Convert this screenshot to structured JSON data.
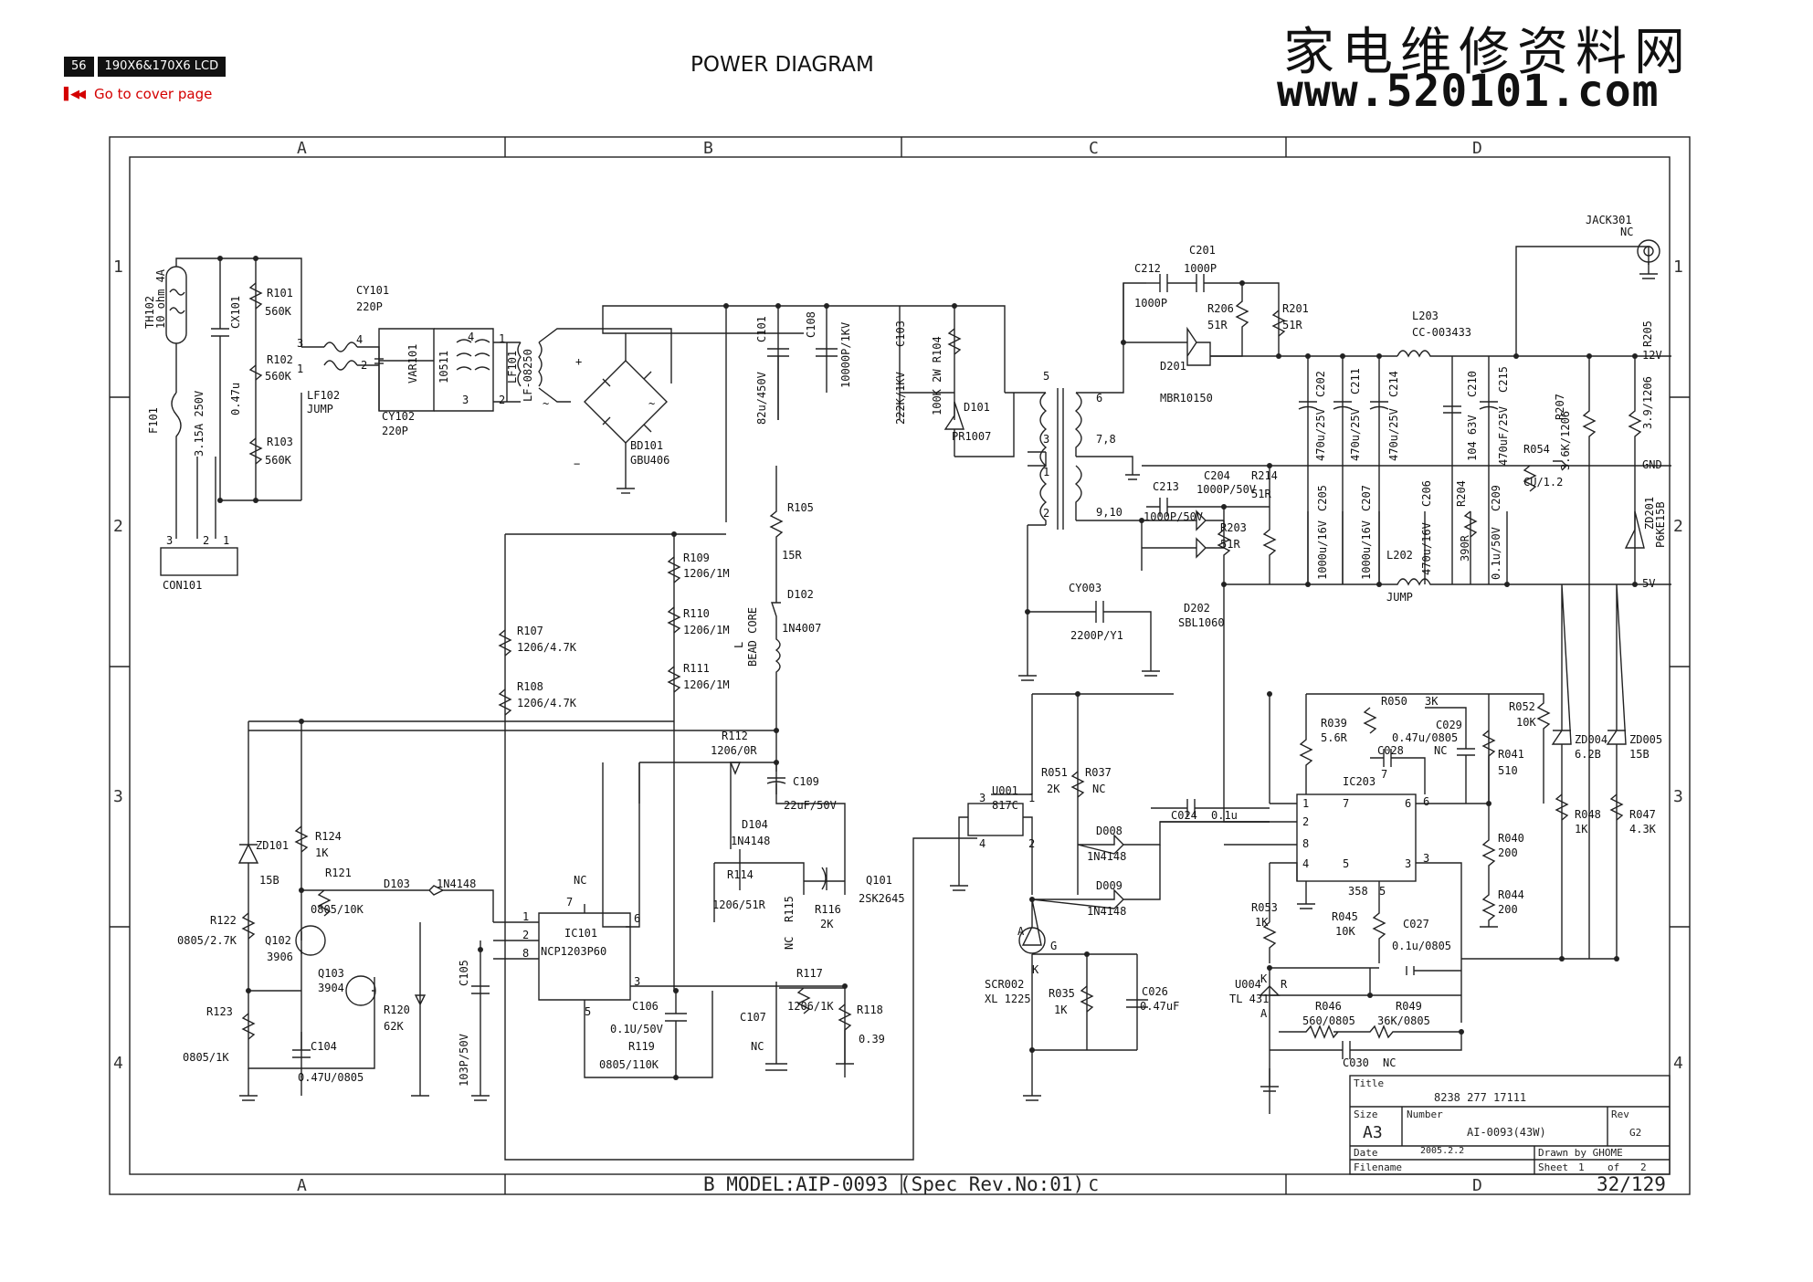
{
  "header": {
    "page_number": "56",
    "model_badge": "190X6&170X6 LCD",
    "cover_link": "Go to cover page",
    "page_title": "POWER DIAGRAM"
  },
  "watermark": {
    "chinese": "家电维修资料网",
    "url": "www.520101.com"
  },
  "grid": {
    "columns": [
      "A",
      "B",
      "C",
      "D"
    ],
    "rows": [
      "1",
      "2",
      "3",
      "4"
    ]
  },
  "footer": {
    "model_line": "B MODEL:AIP-0093 (Spec Rev.No:01)",
    "c_letter": "C",
    "page_count": "32/129"
  },
  "title_block": {
    "title_label": "Title",
    "title_value": "8238 277 17111",
    "size_label": "Size",
    "size_value": "A3",
    "number_label": "Number",
    "number_value": "AI-0093(43W)",
    "rev_label": "Rev",
    "rev_value": "G2",
    "date_label": "Date",
    "date_value": "2005.2.2",
    "drawn_label": "Drawn by GHOME",
    "filename_label": "Filename",
    "sheet_label": "Sheet",
    "sheet_value": "1",
    "of_label": "of",
    "sheet_total": "2"
  },
  "labels": [
    {
      "id": "th102",
      "t": "TH102"
    },
    {
      "id": "th102v",
      "t": "10 ohm 4A"
    },
    {
      "id": "f101",
      "t": "F101"
    },
    {
      "id": "f101v",
      "t": "3.15A 250V"
    },
    {
      "id": "cx101",
      "t": "CX101"
    },
    {
      "id": "cx101v",
      "t": "0.47u"
    },
    {
      "id": "r101",
      "t": "R101"
    },
    {
      "id": "r101v",
      "t": "560K"
    },
    {
      "id": "r102",
      "t": "R102"
    },
    {
      "id": "r102v",
      "t": "560K"
    },
    {
      "id": "r103",
      "t": "R103"
    },
    {
      "id": "r103v",
      "t": "560K"
    },
    {
      "id": "con101",
      "t": "CON101"
    },
    {
      "id": "cy101",
      "t": "CY101"
    },
    {
      "id": "cy101v",
      "t": "220P"
    },
    {
      "id": "lf102",
      "t": "LF102"
    },
    {
      "id": "lf102v",
      "t": "JUMP"
    },
    {
      "id": "cy102",
      "t": "CY102"
    },
    {
      "id": "cy102v",
      "t": "220P"
    },
    {
      "id": "var101",
      "t": "VAR101"
    },
    {
      "id": "var101v",
      "t": "10511"
    },
    {
      "id": "lf101",
      "t": "LF101"
    },
    {
      "id": "lf101v",
      "t": "LF-08250"
    },
    {
      "id": "bd101",
      "t": "BD101"
    },
    {
      "id": "bd101v",
      "t": "GBU406"
    },
    {
      "id": "c101",
      "t": "C101"
    },
    {
      "id": "c101v",
      "t": "82u/450V"
    },
    {
      "id": "c108",
      "t": "C108"
    },
    {
      "id": "c108v",
      "t": "10000P/1KV"
    },
    {
      "id": "c103",
      "t": "C103"
    },
    {
      "id": "c103v",
      "t": "222K/1KV"
    },
    {
      "id": "r104",
      "t": "100K 2W R104"
    },
    {
      "id": "d101",
      "t": "D101"
    },
    {
      "id": "d101v",
      "t": "PR1007"
    },
    {
      "id": "t5",
      "t": "5"
    },
    {
      "id": "t3",
      "t": "3"
    },
    {
      "id": "t1",
      "t": "1"
    },
    {
      "id": "t2",
      "t": "2"
    },
    {
      "id": "t6",
      "t": "6"
    },
    {
      "id": "t78",
      "t": "7,8"
    },
    {
      "id": "t910",
      "t": "9,10"
    },
    {
      "id": "c212",
      "t": "C212"
    },
    {
      "id": "c212v",
      "t": "1000P"
    },
    {
      "id": "c201",
      "t": "C201"
    },
    {
      "id": "c201v",
      "t": "1000P"
    },
    {
      "id": "r206",
      "t": "R206"
    },
    {
      "id": "r206v",
      "t": "51R"
    },
    {
      "id": "r201",
      "t": "R201"
    },
    {
      "id": "r201v",
      "t": "51R"
    },
    {
      "id": "d201",
      "t": "D201"
    },
    {
      "id": "d201v",
      "t": "MBR10150"
    },
    {
      "id": "l203",
      "t": "L203"
    },
    {
      "id": "l203v",
      "t": "CC-003433"
    },
    {
      "id": "jack301",
      "t": "JACK301"
    },
    {
      "id": "jack301v",
      "t": "NC"
    },
    {
      "id": "v12",
      "t": "12V"
    },
    {
      "id": "gnd",
      "t": "GND"
    },
    {
      "id": "v5",
      "t": "5V"
    },
    {
      "id": "c202",
      "t": "C202"
    },
    {
      "id": "c202v",
      "t": "470u/25V"
    },
    {
      "id": "c211",
      "t": "C211"
    },
    {
      "id": "c211v",
      "t": "470u/25V"
    },
    {
      "id": "c214",
      "t": "C214"
    },
    {
      "id": "c214v",
      "t": "470u/25V"
    },
    {
      "id": "c210",
      "t": "C210"
    },
    {
      "id": "c210v",
      "t": "104 63V"
    },
    {
      "id": "c215",
      "t": "C215"
    },
    {
      "id": "c215v",
      "t": "470uF/25V"
    },
    {
      "id": "r207",
      "t": "R207"
    },
    {
      "id": "r207v",
      "t": "3.6K/1206"
    },
    {
      "id": "r205",
      "t": "R205"
    },
    {
      "id": "r205v",
      "t": "3.9/1206"
    },
    {
      "id": "r054",
      "t": "R054"
    },
    {
      "id": "r054v",
      "t": "CU/1.2"
    },
    {
      "id": "zd201",
      "t": "ZD201"
    },
    {
      "id": "zd201v",
      "t": "P6KE15B"
    },
    {
      "id": "c213",
      "t": "C213"
    },
    {
      "id": "c213v",
      "t": "1000P/50V"
    },
    {
      "id": "c204",
      "t": "C204"
    },
    {
      "id": "c204v",
      "t": "1000P/50V"
    },
    {
      "id": "r214",
      "t": "R214"
    },
    {
      "id": "r214v",
      "t": "51R"
    },
    {
      "id": "r203",
      "t": "R203"
    },
    {
      "id": "r203v",
      "t": "51R"
    },
    {
      "id": "c205",
      "t": "C205"
    },
    {
      "id": "c205v",
      "t": "1000u/16V"
    },
    {
      "id": "c207",
      "t": "C207"
    },
    {
      "id": "c207v",
      "t": "1000u/16V"
    },
    {
      "id": "c206",
      "t": "C206"
    },
    {
      "id": "c206v",
      "t": "470u/16V"
    },
    {
      "id": "r204",
      "t": "R204"
    },
    {
      "id": "r204v",
      "t": "390R"
    },
    {
      "id": "c209",
      "t": "C209"
    },
    {
      "id": "c209v",
      "t": "0.1u/50V"
    },
    {
      "id": "l202",
      "t": "L202"
    },
    {
      "id": "l202v",
      "t": "JUMP"
    },
    {
      "id": "d202",
      "t": "D202"
    },
    {
      "id": "d202v",
      "t": "SBL1060"
    },
    {
      "id": "cy003",
      "t": "CY003"
    },
    {
      "id": "cy003v",
      "t": "2200P/Y1"
    },
    {
      "id": "r105",
      "t": "R105"
    },
    {
      "id": "r105v",
      "t": "15R"
    },
    {
      "id": "d102",
      "t": "D102"
    },
    {
      "id": "d102v",
      "t": "1N4007"
    },
    {
      "id": "bead",
      "t": "BEAD CORE"
    },
    {
      "id": "bead_l",
      "t": "L"
    },
    {
      "id": "r109",
      "t": "R109"
    },
    {
      "id": "r109v",
      "t": "1206/1M"
    },
    {
      "id": "r110",
      "t": "R110"
    },
    {
      "id": "r110v",
      "t": "1206/1M"
    },
    {
      "id": "r111",
      "t": "R111"
    },
    {
      "id": "r111v",
      "t": "1206/1M"
    },
    {
      "id": "r107",
      "t": "R107"
    },
    {
      "id": "r107v",
      "t": "1206/4.7K"
    },
    {
      "id": "r108",
      "t": "R108"
    },
    {
      "id": "r108v",
      "t": "1206/4.7K"
    },
    {
      "id": "r112",
      "t": "R112"
    },
    {
      "id": "r112v",
      "t": "1206/0R"
    },
    {
      "id": "c109",
      "t": "C109"
    },
    {
      "id": "c109v",
      "t": "22uF/50V"
    },
    {
      "id": "d104",
      "t": "D104"
    },
    {
      "id": "d104v",
      "t": "1N4148"
    },
    {
      "id": "r114",
      "t": "R114"
    },
    {
      "id": "r114v",
      "t": "1206/51R"
    },
    {
      "id": "r115",
      "t": "R115"
    },
    {
      "id": "r115v",
      "t": "NC"
    },
    {
      "id": "r116",
      "t": "R116"
    },
    {
      "id": "r116v",
      "t": "2K"
    },
    {
      "id": "q101",
      "t": "Q101"
    },
    {
      "id": "q101v",
      "t": "2SK2645"
    },
    {
      "id": "r117",
      "t": "R117"
    },
    {
      "id": "r117v",
      "t": "1206/1K"
    },
    {
      "id": "r118",
      "t": "R118"
    },
    {
      "id": "r118v",
      "t": "0.39"
    },
    {
      "id": "c107",
      "t": "C107"
    },
    {
      "id": "c107v",
      "t": "NC"
    },
    {
      "id": "c106",
      "t": "C106"
    },
    {
      "id": "c106v",
      "t": "0.1U/50V"
    },
    {
      "id": "r119",
      "t": "R119"
    },
    {
      "id": "r119v",
      "t": "0805/110K"
    },
    {
      "id": "ic101",
      "t": "IC101"
    },
    {
      "id": "ic101v",
      "t": "NCP1203P60"
    },
    {
      "id": "ic101nc",
      "t": "NC"
    },
    {
      "id": "p7",
      "t": "7"
    },
    {
      "id": "p6",
      "t": "6"
    },
    {
      "id": "p1",
      "t": "1"
    },
    {
      "id": "p2",
      "t": "2"
    },
    {
      "id": "p8",
      "t": "8"
    },
    {
      "id": "p3",
      "t": "3"
    },
    {
      "id": "p5",
      "t": "5"
    },
    {
      "id": "c105",
      "t": "C105"
    },
    {
      "id": "c105v",
      "t": "103P/50V"
    },
    {
      "id": "d103",
      "t": "D103"
    },
    {
      "id": "d103v",
      "t": "1N4148"
    },
    {
      "id": "zd101",
      "t": "ZD101"
    },
    {
      "id": "zd101v",
      "t": "15B"
    },
    {
      "id": "r124",
      "t": "R124"
    },
    {
      "id": "r124v",
      "t": "1K"
    },
    {
      "id": "r121",
      "t": "R121"
    },
    {
      "id": "r121v",
      "t": "0805/10K"
    },
    {
      "id": "r122",
      "t": "R122"
    },
    {
      "id": "r122v",
      "t": "0805/2.7K"
    },
    {
      "id": "q102",
      "t": "Q102"
    },
    {
      "id": "q102v",
      "t": "3906"
    },
    {
      "id": "q103",
      "t": "Q103"
    },
    {
      "id": "q103v",
      "t": "3904"
    },
    {
      "id": "r120",
      "t": "R120"
    },
    {
      "id": "r120v",
      "t": "62K"
    },
    {
      "id": "r123",
      "t": "R123"
    },
    {
      "id": "r123v",
      "t": "0805/1K"
    },
    {
      "id": "c104",
      "t": "C104"
    },
    {
      "id": "c104v",
      "t": "0.47U/0805"
    },
    {
      "id": "u001",
      "t": "U001"
    },
    {
      "id": "u001v",
      "t": "817C"
    },
    {
      "id": "r051",
      "t": "R051"
    },
    {
      "id": "r051v",
      "t": "2K"
    },
    {
      "id": "r037",
      "t": "R037"
    },
    {
      "id": "r037v",
      "t": "NC"
    },
    {
      "id": "d008",
      "t": "D008"
    },
    {
      "id": "d008v",
      "t": "1N4148"
    },
    {
      "id": "d009",
      "t": "D009"
    },
    {
      "id": "d009v",
      "t": "1N4148"
    },
    {
      "id": "c024",
      "t": "C024"
    },
    {
      "id": "c024v",
      "t": "0.1u"
    },
    {
      "id": "scr002",
      "t": "SCR002"
    },
    {
      "id": "scr002v",
      "t": "XL 1225"
    },
    {
      "id": "r035",
      "t": "R035"
    },
    {
      "id": "r035v",
      "t": "1K"
    },
    {
      "id": "c026",
      "t": "C026"
    },
    {
      "id": "c026v",
      "t": "0.47uF"
    },
    {
      "id": "r039",
      "t": "R039"
    },
    {
      "id": "r039v",
      "t": "5.6R"
    },
    {
      "id": "r050",
      "t": "R050"
    },
    {
      "id": "r050v",
      "t": "3K"
    },
    {
      "id": "c028",
      "t": "C028"
    },
    {
      "id": "c028v",
      "t": "NC"
    },
    {
      "id": "c029",
      "t": "C029"
    },
    {
      "id": "c029v",
      "t": "0.47u/0805"
    },
    {
      "id": "r052",
      "t": "R052"
    },
    {
      "id": "r052v",
      "t": "10K"
    },
    {
      "id": "r041",
      "t": "R041"
    },
    {
      "id": "r041v",
      "t": "510"
    },
    {
      "id": "ic203",
      "t": "IC203"
    },
    {
      "id": "ic203v",
      "t": "358"
    },
    {
      "id": "r040",
      "t": "R040"
    },
    {
      "id": "r040v",
      "t": "200"
    },
    {
      "id": "r044",
      "t": "R044"
    },
    {
      "id": "r044v",
      "t": "200"
    },
    {
      "id": "r053",
      "t": "R053"
    },
    {
      "id": "r053v",
      "t": "1K"
    },
    {
      "id": "r045",
      "t": "R045"
    },
    {
      "id": "r045v",
      "t": "10K"
    },
    {
      "id": "c027",
      "t": "C027"
    },
    {
      "id": "c027v",
      "t": "0.1u/0805"
    },
    {
      "id": "u004",
      "t": "U004"
    },
    {
      "id": "u004v",
      "t": "TL 431"
    },
    {
      "id": "r046",
      "t": "R046"
    },
    {
      "id": "r046v",
      "t": "560/0805"
    },
    {
      "id": "r049",
      "t": "R049"
    },
    {
      "id": "r049v",
      "t": "36K/0805"
    },
    {
      "id": "c030",
      "t": "C030"
    },
    {
      "id": "c030v",
      "t": "NC"
    },
    {
      "id": "zd004",
      "t": "ZD004"
    },
    {
      "id": "zd004v",
      "t": "6.2B"
    },
    {
      "id": "zd005",
      "t": "ZD005"
    },
    {
      "id": "zd005v",
      "t": "15B"
    },
    {
      "id": "r048",
      "t": "R048"
    },
    {
      "id": "r048v",
      "t": "1K"
    },
    {
      "id": "r047",
      "t": "R047"
    },
    {
      "id": "r047v",
      "t": "4.3K"
    },
    {
      "id": "pinA",
      "t": "A"
    },
    {
      "id": "pinK",
      "t": "K"
    },
    {
      "id": "pinG",
      "t": "G"
    },
    {
      "id": "pinK2",
      "t": "K"
    },
    {
      "id": "pinR",
      "t": "R"
    },
    {
      "id": "pinA2",
      "t": "A"
    },
    {
      "id": "u1p3",
      "t": "3"
    },
    {
      "id": "u1p4",
      "t": "4"
    },
    {
      "id": "u1p1",
      "t": "1"
    },
    {
      "id": "u1p2",
      "t": "2"
    },
    {
      "id": "ic2p1",
      "t": "1"
    },
    {
      "id": "ic2p2",
      "t": "2"
    },
    {
      "id": "ic2p8",
      "t": "8"
    },
    {
      "id": "ic2p4",
      "t": "4"
    },
    {
      "id": "ic2p5",
      "t": "5"
    },
    {
      "id": "ic2p3",
      "t": "3"
    },
    {
      "id": "ic2p7",
      "t": "7"
    },
    {
      "id": "ic2p6",
      "t": "6"
    },
    {
      "id": "ic2p7b",
      "t": "7"
    },
    {
      "id": "ic2p6b",
      "t": "6"
    },
    {
      "id": "ic2p5b",
      "t": "5"
    },
    {
      "id": "ic2p3b",
      "t": "3"
    },
    {
      "id": "plus",
      "t": "+"
    },
    {
      "id": "minus",
      "t": "−"
    },
    {
      "id": "ac1",
      "t": "~"
    },
    {
      "id": "ac2",
      "t": "~"
    },
    {
      "id": "con3",
      "t": "3"
    },
    {
      "id": "con2",
      "t": "2"
    },
    {
      "id": "con1",
      "t": "1"
    },
    {
      "id": "lfp3",
      "t": "3"
    },
    {
      "id": "lfp4",
      "t": "4"
    },
    {
      "id": "lfp1",
      "t": "1"
    },
    {
      "id": "lfp2",
      "t": "2"
    },
    {
      "id": "lf1p4",
      "t": "4"
    },
    {
      "id": "lf1p1",
      "t": "1"
    },
    {
      "id": "lf1p2",
      "t": "2"
    },
    {
      "id": "lf1p3",
      "t": "3"
    }
  ]
}
